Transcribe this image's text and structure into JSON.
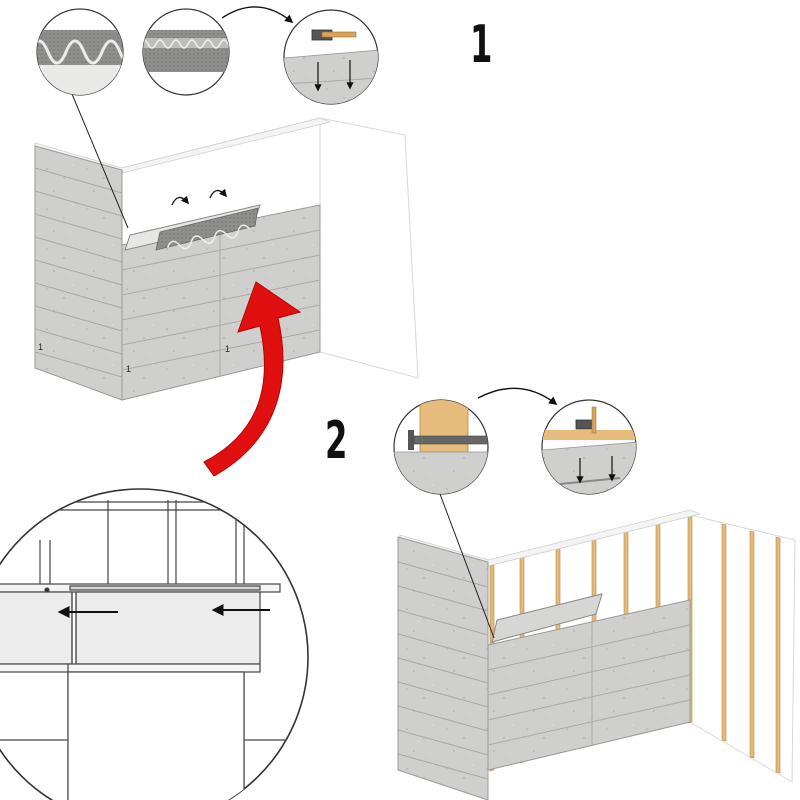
{
  "steps": {
    "step1": "1",
    "step2": "2"
  },
  "panel_labels": [
    "1",
    "1",
    "1"
  ],
  "icons": {
    "hammer": "hammer-icon",
    "nail": "nail-icon",
    "arrow": "curved-arrow-icon"
  },
  "colors": {
    "panel": "#c9c9c7",
    "panel_dark": "#8d8d8b",
    "batten": "#e3b97a",
    "red_arrow": "#e01010",
    "line": "#222222"
  }
}
